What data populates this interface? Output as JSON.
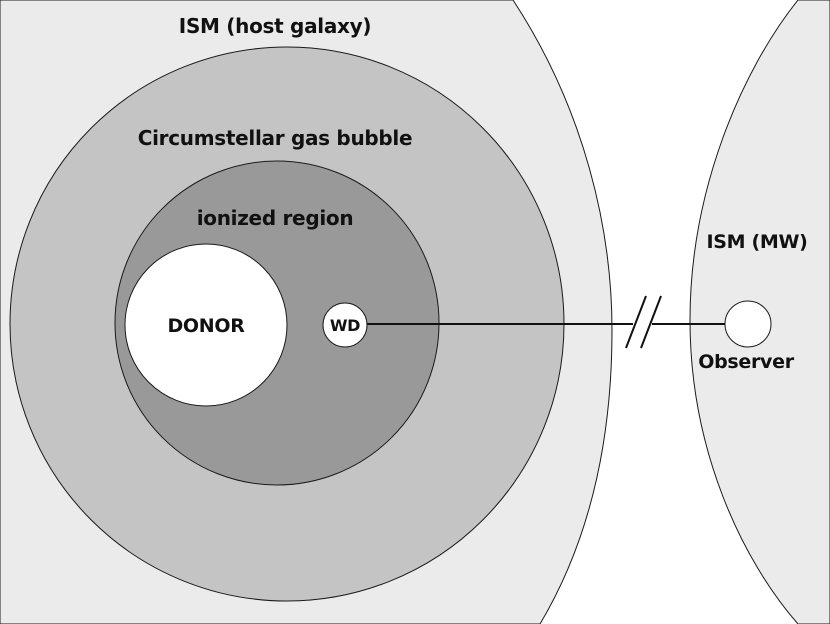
{
  "diagram": {
    "labels": {
      "ism_host": "ISM (host galaxy)",
      "bubble": "Circumstellar gas bubble",
      "ionized": "ionized region",
      "donor": "DONOR",
      "wd": "WD",
      "ism_mw": "ISM (MW)",
      "observer": "Observer"
    },
    "colors": {
      "ism": "#ebebeb",
      "bubble": "#c4c4c4",
      "ionized": "#999999",
      "star_fill": "#ffffff",
      "stroke": "#111111",
      "background": "#ffffff"
    }
  }
}
